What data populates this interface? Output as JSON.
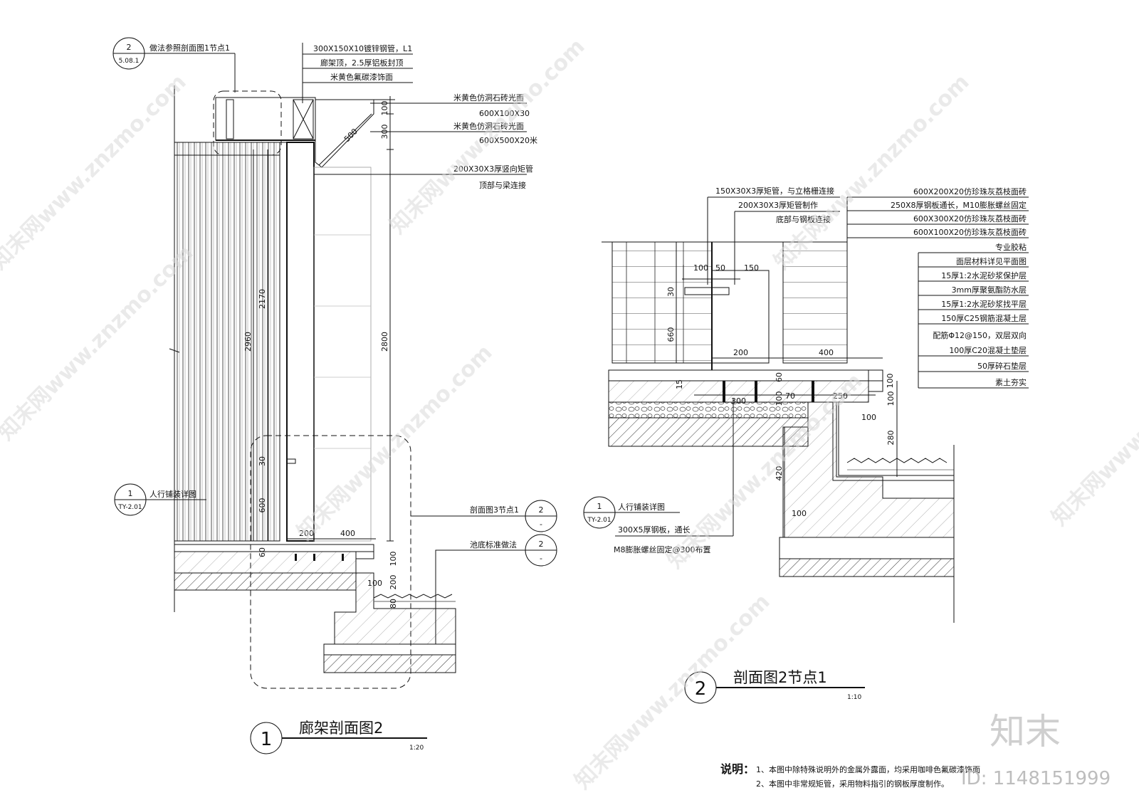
{
  "left_drawing": {
    "ref_tag": {
      "number": "2",
      "sheet": "5.08.1",
      "note": "做法参照剖面图1节点1"
    },
    "top_notes": [
      "300X150X10镀锌钢管，L1",
      "廊架顶，2.5厚铝板封顶",
      "米黄色氟碳漆饰面"
    ],
    "right_notes": [
      "米黄色仿洞石砖光面",
      "600X100X30",
      "米黄色仿洞石砖光面",
      "600X500X20米",
      "200X30X3厚竖向矩管",
      "顶部与梁连接"
    ],
    "dims_vertical": [
      "100",
      "300",
      "2170",
      "2960",
      "2800",
      "600",
      "30",
      "60",
      "100",
      "200",
      "80"
    ],
    "dims_horizontal": [
      "200",
      "400",
      "100"
    ],
    "dim_diagonal": "500",
    "paving_tag": {
      "number": "1",
      "sheet": "TY-2.01",
      "note": "人行铺装详图"
    },
    "section_ref": {
      "number": "2",
      "sheet": "-",
      "note": "剖面图3节点1"
    },
    "pool_ref": {
      "number": "2",
      "sheet": "-",
      "note": "池底标准做法"
    },
    "title": {
      "number": "1",
      "text": "廊架剖面图2",
      "scale": "1:20"
    }
  },
  "right_drawing": {
    "top_left_notes": [
      "150X30X3厚矩管，与立格栅连接",
      "200X30X3厚矩管制作",
      "底部与钢板连接"
    ],
    "layer_notes": [
      "600X200X20仿珍珠灰荔枝面砖",
      "250X8厚钢板通长，M10膨胀螺丝固定",
      "600X300X20仿珍珠灰荔枝面砖",
      "600X100X20仿珍珠灰荔枝面砖",
      "专业胶粘",
      "面层材料详见平面图",
      "15厚1:2水泥砂浆保护层",
      "3mm厚聚氨酯防水层",
      "15厚1:2水泥砂浆找平层",
      "150厚C25钢筋混凝土层",
      "配筋Φ12@150，双层双向",
      "100厚C20混凝土垫层",
      "50厚碎石垫层",
      "素土夯实"
    ],
    "dims_horizontal": [
      "100",
      "50",
      "150",
      "200",
      "400",
      "300",
      "70",
      "250",
      "100",
      "100"
    ],
    "dims_vertical": [
      "30",
      "660",
      "15",
      "60",
      "100",
      "100",
      "100",
      "280",
      "420"
    ],
    "paving_tag": {
      "number": "1",
      "sheet": "TY-2.01",
      "note": "人行铺装详图"
    },
    "plate_notes": [
      "300X5厚钢板，通长",
      "M8膨胀螺丝固定@300布置"
    ],
    "title": {
      "number": "2",
      "text": "剖面图2节点1",
      "scale": "1:10"
    }
  },
  "footer": {
    "label": "说明：",
    "lines": [
      "1、本图中除特殊说明外的金属外露面，均采用咖啡色氟碳漆饰面",
      "2、本图中非常规矩管，采用物料指引的钢板厚度制作。"
    ]
  },
  "watermark": {
    "text": "知末网www.znzmo.com",
    "brand": "知末",
    "id": "ID: 1148151999"
  }
}
